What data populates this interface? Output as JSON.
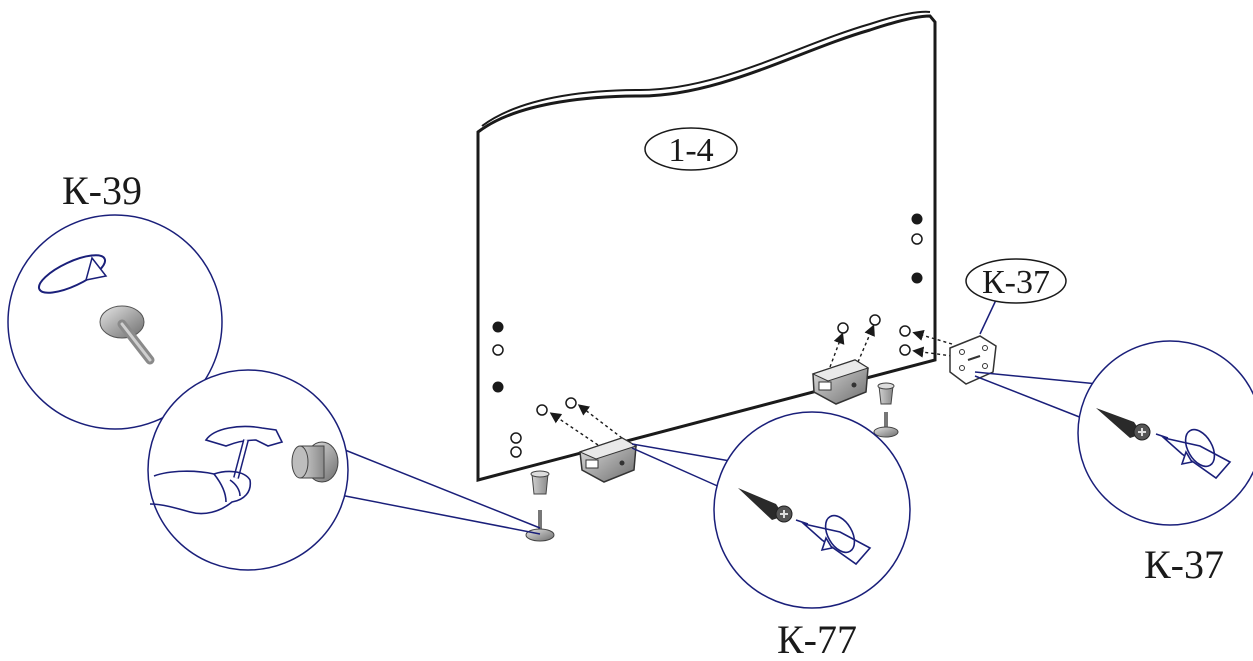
{
  "labels": {
    "panel": "1-4",
    "k39": "К-39",
    "k37_tag": "К-37",
    "k37_bottom": "К-37",
    "k77": "К-77"
  },
  "colors": {
    "line": "#1a1a1a",
    "callout": "#1a1f7a",
    "hardware": "#9a9a9a",
    "panel": "#ffffff"
  },
  "icons": [
    "rotate-arrow-icon",
    "leveler-foot-icon",
    "hammer-hand-icon",
    "screw-icon",
    "screwdriver-icon",
    "bracket-icon",
    "connector-icon"
  ]
}
